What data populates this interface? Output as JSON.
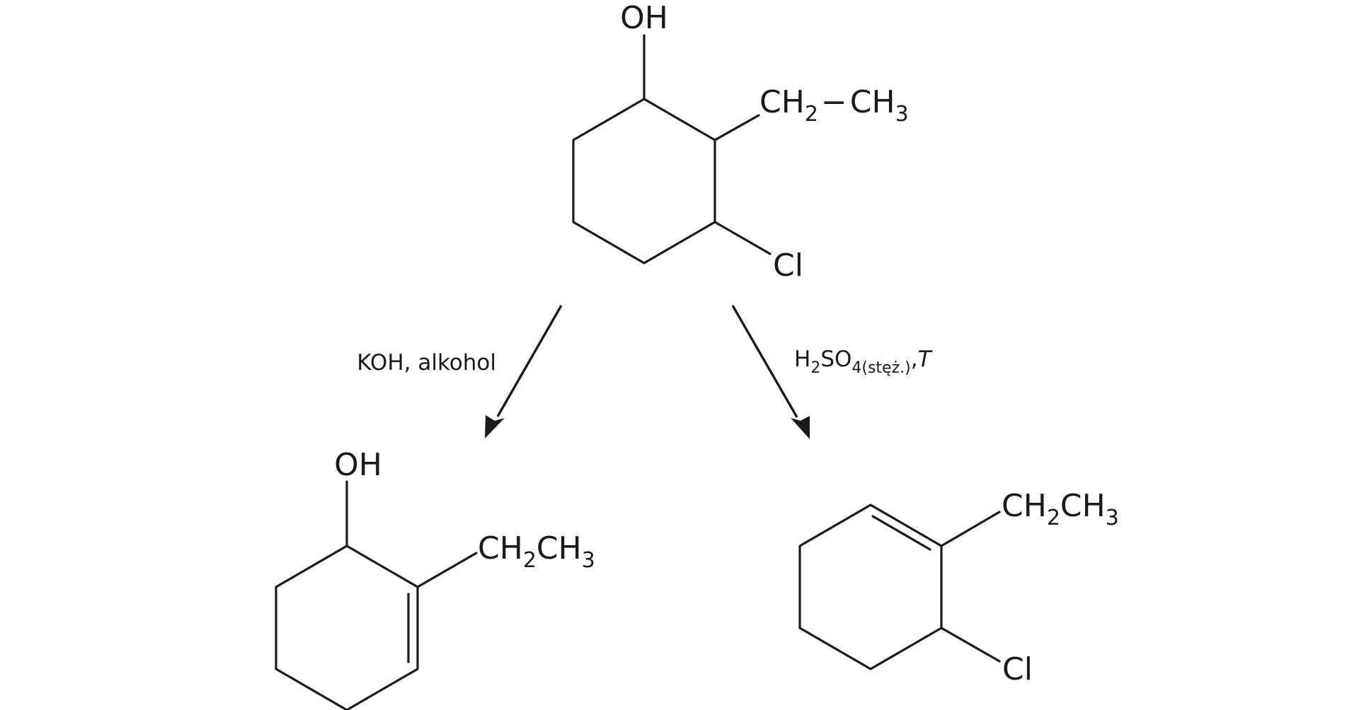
{
  "reactant": {
    "oh": "OH",
    "ethyl_ch": "CH",
    "ethyl_sub2": "2",
    "ethyl_dash": "−",
    "ethyl_ch3": "CH",
    "ethyl_sub3": "3",
    "cl": "Cl"
  },
  "left_reaction": {
    "conditions": "KOH, alkohol"
  },
  "right_reaction": {
    "h": "H",
    "h_sub": "2",
    "so": "SO",
    "so_sub": "4(stęż.)",
    "comma": ",",
    "temp": "T"
  },
  "product_left": {
    "oh": "OH",
    "ch": "CH",
    "sub2": "2",
    "ch3": "CH",
    "sub3": "3"
  },
  "product_right": {
    "ch": "CH",
    "sub2": "2",
    "ch3": "CH",
    "sub3": "3",
    "cl": "Cl"
  }
}
